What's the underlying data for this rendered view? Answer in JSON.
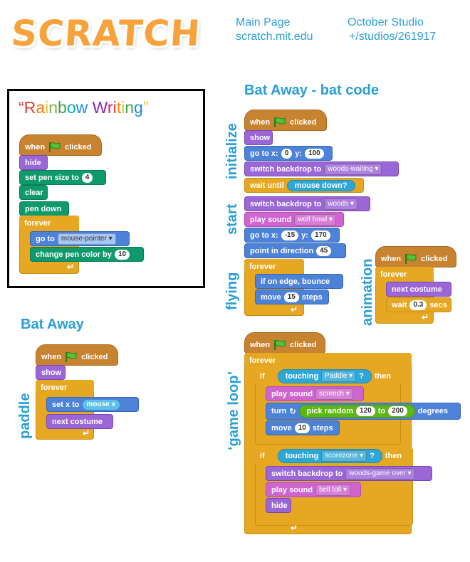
{
  "header": {
    "logo": "SCRATCH",
    "col1_line1": "Main Page",
    "col1_line2": "scratch.mit.edu",
    "col2_line1": "October Studio",
    "col2_line2": "+/studios/261917"
  },
  "rainbow": {
    "quote_open": "“",
    "letters": [
      "R",
      "a",
      "i",
      "n",
      "b",
      "o",
      "w",
      " ",
      "W",
      "r",
      "i",
      "t",
      "i",
      "n",
      "g"
    ],
    "quote_close": "”",
    "when_clicked": "when clicked",
    "hide": "hide",
    "set_pen_size": "set pen size to",
    "pen_size": "4",
    "clear": "clear",
    "pen_down": "pen down",
    "forever": "forever",
    "go_to": "go to",
    "go_to_target": "mouse-pointer",
    "change_pen_color": "change pen color by",
    "color_by": "10"
  },
  "bat_away": {
    "title": "Bat Away",
    "label_paddle": "paddle",
    "when_clicked": "when clicked",
    "show": "show",
    "forever": "forever",
    "set_x": "set x to",
    "mouse_x": "mouse x",
    "next_costume": "next costume"
  },
  "bat_code": {
    "title": "Bat Away - bat code",
    "label_initialize": "initialize",
    "label_start": "start",
    "label_flying": "flying",
    "label_animation": "animation",
    "label_game_loop": "‘game loop’",
    "when_clicked": "when clicked",
    "show": "show",
    "go_to_x": "go to x:",
    "x1": "0",
    "y_label": "y:",
    "y1": "100",
    "switch_backdrop": "switch backdrop to",
    "backdrop1": "woods-waiting",
    "wait_until": "wait until",
    "mouse_down": "mouse down?",
    "backdrop2": "woods",
    "play_sound": "play sound",
    "sound1": "wolf howl",
    "x2": "-15",
    "y2": "170",
    "point_in_direction": "point in direction",
    "direction": "45",
    "forever": "forever",
    "if_on_edge": "if on edge, bounce",
    "move": "move",
    "steps": "steps",
    "move_steps": "15",
    "anim_when_clicked": "when clicked",
    "anim_forever": "forever",
    "anim_next_costume": "next costume",
    "wait": "wait",
    "wait_value": "0.3",
    "secs": "secs",
    "gl_when_clicked": "when clicked",
    "gl_forever": "forever",
    "if": "if",
    "then": "then",
    "touching": "touching",
    "touch1": "Paddle",
    "q": "?",
    "sound2": "screech",
    "turn": "turn",
    "pick_random": "pick random",
    "rand_from": "120",
    "rand_to_label": "to",
    "rand_to": "200",
    "degrees": "degrees",
    "move2": "10",
    "touch2": "scorezone",
    "backdrop3": "woods-game over",
    "sound3": "bell toll",
    "hide": "hide"
  },
  "colors": {
    "events": "#c88330",
    "looks": "#9b66d6",
    "motion": "#4c82d8",
    "pen": "#0e9a6c",
    "sound": "#cf63cf",
    "control": "#e6a822",
    "sensing": "#2ea6d6",
    "operators": "#5cb712",
    "label_blue": "#2a9fd6",
    "logo": "#f7a23b"
  },
  "rainbow_colors": [
    "#e53935",
    "#f57c00",
    "#fbc02d",
    "#7cb342",
    "#43a047",
    "#00acc1",
    "#1e88e5",
    "#ffffff",
    "#8e24aa",
    "#d81b60",
    "#e53935",
    "#fb8c00",
    "#c0ca33",
    "#43a047",
    "#1e88e5"
  ]
}
